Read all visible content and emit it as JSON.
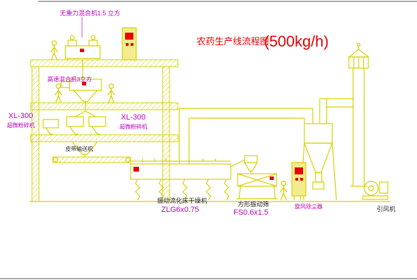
{
  "title": {
    "name": "农药生产线流程图",
    "capacity": "(500kg/h)"
  },
  "labels": {
    "mixer_top": "无重力混合机1.5 立方",
    "mixer_mid": "高速混合机3立方",
    "mill_left_model": "XL-300",
    "mill_left_name": "超微粉碎机",
    "mill_mid_model": "XL-300",
    "mill_mid_name": "超微粉碎机",
    "belt_conveyor": "皮带输送机",
    "dryer_name": "振动流化床干燥机",
    "dryer_model": "ZLG6x0.75",
    "sieve_name": "方形振动筛",
    "sieve_model": "FS0.6x1.5",
    "cyclone_name": "旋风除尘器",
    "fan_name": "引风机"
  },
  "colors": {
    "linework_yellow": "#d6d000",
    "label_magenta": "#bb00bb",
    "title_red": "#e60000",
    "accent_red": "#e60000",
    "text_black": "#222222",
    "background": "#ffffff"
  }
}
